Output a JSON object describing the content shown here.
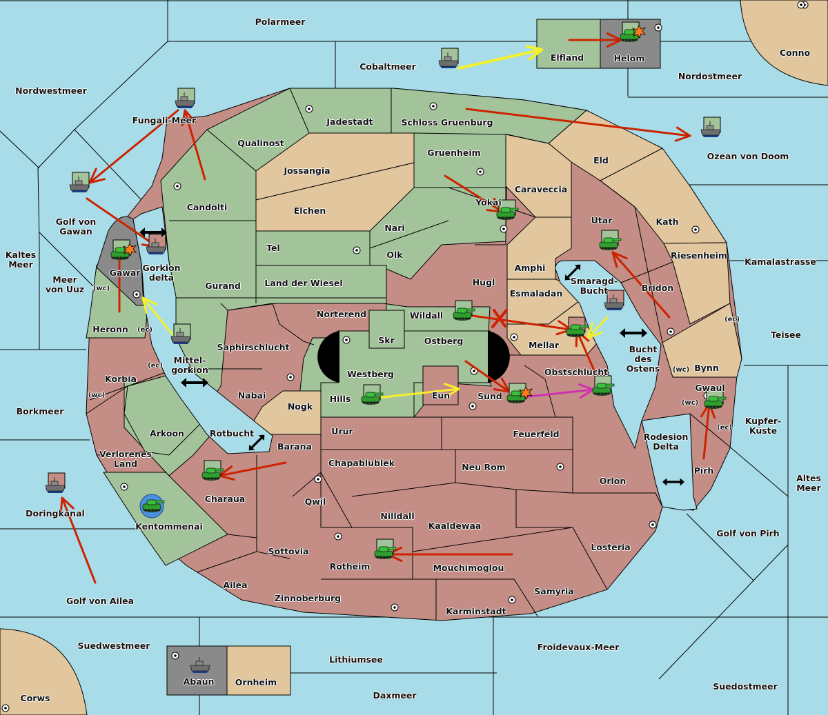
{
  "map": {
    "title": "Diplomacy variant map",
    "colors": {
      "sea": "#a8dce8",
      "green_power": "#a3c49a",
      "red_power": "#c48e86",
      "tan_neutral": "#e1c69e",
      "gray_power": "#8a8a8a",
      "border": "#000000",
      "move_order": "#cc2200",
      "support_order": "#f6f02a",
      "convoy_order": "#d030b0",
      "dislodged_marker": "#ff7a1a"
    },
    "regions": [
      {
        "name": "Polarmeer",
        "type": "sea"
      },
      {
        "name": "Cobaltmeer",
        "type": "sea"
      },
      {
        "name": "Nordwestmeer",
        "type": "sea"
      },
      {
        "name": "Fungali-Meer",
        "type": "sea"
      },
      {
        "name": "Golf von\nGawan",
        "type": "sea"
      },
      {
        "name": "Kaltes\nMeer",
        "type": "sea"
      },
      {
        "name": "Meer\nvon Uuz",
        "type": "sea"
      },
      {
        "name": "Gorkion\ndelta",
        "type": "sea"
      },
      {
        "name": "Mittel-\ngorkion",
        "type": "sea"
      },
      {
        "name": "Borkmeer",
        "type": "sea"
      },
      {
        "name": "Rotbucht",
        "type": "sea"
      },
      {
        "name": "Doringkanal",
        "type": "sea"
      },
      {
        "name": "Golf von Ailea",
        "type": "sea"
      },
      {
        "name": "Suedwestmeer",
        "type": "sea"
      },
      {
        "name": "Lithiumsee",
        "type": "sea"
      },
      {
        "name": "Daxmeer",
        "type": "sea"
      },
      {
        "name": "Froidevaux-Meer",
        "type": "sea"
      },
      {
        "name": "Suedostmeer",
        "type": "sea"
      },
      {
        "name": "Golf von Pirh",
        "type": "sea"
      },
      {
        "name": "Altes\nMeer",
        "type": "sea"
      },
      {
        "name": "Kupfer-\nKüste",
        "type": "sea"
      },
      {
        "name": "Rodesion\nDelta",
        "type": "sea"
      },
      {
        "name": "Teisee",
        "type": "sea"
      },
      {
        "name": "Kamalastrasse",
        "type": "sea"
      },
      {
        "name": "Bucht\ndes\nOstens",
        "type": "sea"
      },
      {
        "name": "Smaragd-\nBucht",
        "type": "sea"
      },
      {
        "name": "Ozean von Doom",
        "type": "sea"
      },
      {
        "name": "Nordostmeer",
        "type": "sea"
      },
      {
        "name": "Conno",
        "type": "land",
        "owner": "neutral"
      },
      {
        "name": "Corws",
        "type": "land",
        "owner": "neutral"
      },
      {
        "name": "Elfland",
        "type": "land",
        "owner": "green"
      },
      {
        "name": "Helom",
        "type": "land",
        "owner": "gray"
      },
      {
        "name": "Abaun",
        "type": "land",
        "owner": "gray"
      },
      {
        "name": "Ornheim",
        "type": "land",
        "owner": "neutral"
      },
      {
        "name": "Jadestadt",
        "type": "land",
        "owner": "green"
      },
      {
        "name": "Schloss Gruenburg",
        "type": "land",
        "owner": "green"
      },
      {
        "name": "Qualinost",
        "type": "land",
        "owner": "green"
      },
      {
        "name": "Candolti",
        "type": "land",
        "owner": "green"
      },
      {
        "name": "Jossangia",
        "type": "land",
        "owner": "neutral"
      },
      {
        "name": "Elchen",
        "type": "land",
        "owner": "neutral"
      },
      {
        "name": "Gruenheim",
        "type": "land",
        "owner": "green"
      },
      {
        "name": "Caraveccia",
        "type": "land",
        "owner": "neutral"
      },
      {
        "name": "Eld",
        "type": "land",
        "owner": "neutral"
      },
      {
        "name": "Yokai",
        "type": "land",
        "owner": "green"
      },
      {
        "name": "Nari",
        "type": "land",
        "owner": "green"
      },
      {
        "name": "Olk",
        "type": "land",
        "owner": "green"
      },
      {
        "name": "Tel",
        "type": "land",
        "owner": "green"
      },
      {
        "name": "Gurand",
        "type": "land",
        "owner": "green"
      },
      {
        "name": "Land der Wiesel",
        "type": "land",
        "owner": "green"
      },
      {
        "name": "Hugl",
        "type": "land",
        "owner": "green"
      },
      {
        "name": "Amphi",
        "type": "land",
        "owner": "neutral"
      },
      {
        "name": "Esmaladan",
        "type": "land",
        "owner": "neutral"
      },
      {
        "name": "Utar",
        "type": "land",
        "owner": "red"
      },
      {
        "name": "Kath",
        "type": "land",
        "owner": "neutral"
      },
      {
        "name": "Riesenheim",
        "type": "land",
        "owner": "neutral"
      },
      {
        "name": "Bridon",
        "type": "land",
        "owner": "red"
      },
      {
        "name": "Gawar",
        "type": "land",
        "owner": "gray"
      },
      {
        "name": "Heronn",
        "type": "land",
        "owner": "green"
      },
      {
        "name": "Saphirschlucht",
        "type": "land",
        "owner": "green"
      },
      {
        "name": "Norterend",
        "type": "land",
        "owner": "green"
      },
      {
        "name": "Skr",
        "type": "land",
        "owner": "green"
      },
      {
        "name": "Wildall",
        "type": "land",
        "owner": "green"
      },
      {
        "name": "Ostberg",
        "type": "land",
        "owner": "green"
      },
      {
        "name": "Westberg",
        "type": "land",
        "owner": "green"
      },
      {
        "name": "Mellar",
        "type": "land",
        "owner": "neutral"
      },
      {
        "name": "Bynn",
        "type": "land",
        "owner": "neutral"
      },
      {
        "name": "Korbia",
        "type": "land",
        "owner": "red"
      },
      {
        "name": "Nabai",
        "type": "land",
        "owner": "green"
      },
      {
        "name": "Hills",
        "type": "land",
        "owner": "green"
      },
      {
        "name": "Eun",
        "type": "land",
        "owner": "red"
      },
      {
        "name": "Sund",
        "type": "land",
        "owner": "red"
      },
      {
        "name": "Obstschlucht",
        "type": "land",
        "owner": "red"
      },
      {
        "name": "Gwaul",
        "type": "land",
        "owner": "red"
      },
      {
        "name": "Arkoon",
        "type": "land",
        "owner": "green"
      },
      {
        "name": "Nogk",
        "type": "land",
        "owner": "neutral"
      },
      {
        "name": "Urur",
        "type": "land",
        "owner": "red"
      },
      {
        "name": "Feuerfeld",
        "type": "land",
        "owner": "red"
      },
      {
        "name": "Rodesion Delta",
        "type": "sea"
      },
      {
        "name": "Pirh",
        "type": "land",
        "owner": "red"
      },
      {
        "name": "Verlorenes\nLand",
        "type": "land",
        "owner": "red"
      },
      {
        "name": "Barana",
        "type": "land",
        "owner": "red"
      },
      {
        "name": "Chapablublek",
        "type": "land",
        "owner": "red"
      },
      {
        "name": "Neu Rom",
        "type": "land",
        "owner": "red"
      },
      {
        "name": "Orlon",
        "type": "land",
        "owner": "red"
      },
      {
        "name": "Charaua",
        "type": "land",
        "owner": "red"
      },
      {
        "name": "Qwil",
        "type": "land",
        "owner": "red"
      },
      {
        "name": "Kentommenai",
        "type": "land",
        "owner": "green"
      },
      {
        "name": "Nilldall",
        "type": "land",
        "owner": "red"
      },
      {
        "name": "Kaaldewaa",
        "type": "land",
        "owner": "red"
      },
      {
        "name": "Losteria",
        "type": "land",
        "owner": "red"
      },
      {
        "name": "Sottovia",
        "type": "land",
        "owner": "red"
      },
      {
        "name": "Rotheim",
        "type": "land",
        "owner": "red"
      },
      {
        "name": "Mouchimoglou",
        "type": "land",
        "owner": "red"
      },
      {
        "name": "Ailea",
        "type": "land",
        "owner": "red"
      },
      {
        "name": "Samyria",
        "type": "land",
        "owner": "red"
      },
      {
        "name": "Zinnoberburg",
        "type": "land",
        "owner": "red"
      },
      {
        "name": "Karminstadt",
        "type": "land",
        "owner": "red"
      }
    ],
    "labels": {
      "polarmeer": "Polarmeer",
      "cobaltmeer": "Cobaltmeer",
      "nordwestmeer": "Nordwestmeer",
      "fungali": "Fungali-Meer",
      "golf_gawan": "Golf von\nGawan",
      "kaltes": "Kaltes\nMeer",
      "uuz": "Meer\nvon Uuz",
      "gorkion_delta": "Gorkion\ndelta",
      "mittelgorkion": "Mittel-\ngorkion",
      "borkmeer": "Borkmeer",
      "rotbucht": "Rotbucht",
      "doringkanal": "Doringkanal",
      "golf_ailea": "Golf von Ailea",
      "suedwestmeer": "Suedwestmeer",
      "lithiumsee": "Lithiumsee",
      "daxmeer": "Daxmeer",
      "froidevaux": "Froidevaux-Meer",
      "suedostmeer": "Suedostmeer",
      "golf_pirh": "Golf von Pirh",
      "altes": "Altes\nMeer",
      "kupfer": "Kupfer-\nKüste",
      "rodesion": "Rodesion\nDelta",
      "teisee": "Teisee",
      "kamala": "Kamalastrasse",
      "bucht_ostens": "Bucht\ndes\nOstens",
      "smaragd": "Smaragd-\nBucht",
      "ozean_doom": "Ozean von Doom",
      "nordostmeer": "Nordostmeer",
      "conno": "Conno",
      "corws": "Corws",
      "elfland": "Elfland",
      "helom": "Helom",
      "abaun": "Abaun",
      "ornheim": "Ornheim",
      "jadestadt": "Jadestadt",
      "schloss": "Schloss Gruenburg",
      "qualinost": "Qualinost",
      "candolti": "Candolti",
      "jossangia": "Jossangia",
      "elchen": "Elchen",
      "gruenheim": "Gruenheim",
      "caraveccia": "Caraveccia",
      "eld": "Eld",
      "yokai": "Yokai",
      "nari": "Nari",
      "olk": "Olk",
      "tel": "Tel",
      "gurand": "Gurand",
      "wiesel": "Land der Wiesel",
      "hugl": "Hugl",
      "amphi": "Amphi",
      "esmaladan": "Esmaladan",
      "utar": "Utar",
      "kath": "Kath",
      "riesenheim": "Riesenheim",
      "bridon": "Bridon",
      "gawar": "Gawar",
      "heronn": "Heronn",
      "saphir": "Saphirschlucht",
      "norterend": "Norterend",
      "skr": "Skr",
      "wildall": "Wildall",
      "ostberg": "Ostberg",
      "westberg": "Westberg",
      "mellar": "Mellar",
      "bynn": "Bynn",
      "korbia": "Korbia",
      "nabai": "Nabai",
      "hills": "Hills",
      "eun": "Eun",
      "sund": "Sund",
      "obst": "Obstschlucht",
      "gwaul": "Gwaul",
      "arkoon": "Arkoon",
      "nogk": "Nogk",
      "urur": "Urur",
      "feuerfeld": "Feuerfeld",
      "pirh": "Pirh",
      "verlorenes": "Verlorenes\nLand",
      "barana": "Barana",
      "chapa": "Chapablublek",
      "neurom": "Neu Rom",
      "orlon": "Orlon",
      "charaua": "Charaua",
      "qwil": "Qwil",
      "kentommenai": "Kentommenai",
      "nilldall": "Nilldall",
      "kaaldewaa": "Kaaldewaa",
      "losteria": "Losteria",
      "sottovia": "Sottovia",
      "rotheim": "Rotheim",
      "mouchi": "Mouchimoglou",
      "ailea": "Ailea",
      "samyria": "Samyria",
      "zinnober": "Zinnoberburg",
      "karmin": "Karminstadt"
    },
    "coast_labels": {
      "wc": "(wc)",
      "ec": "(ec)"
    },
    "units": [
      {
        "type": "fleet",
        "location": "Fungali-Meer",
        "owner": "green"
      },
      {
        "type": "fleet",
        "location": "Golf von Gawan",
        "owner": "green"
      },
      {
        "type": "fleet",
        "location": "Cobaltmeer",
        "owner": "green"
      },
      {
        "type": "army",
        "location": "Helom",
        "owner": "green",
        "dislodged": true
      },
      {
        "type": "fleet",
        "location": "Ozean von Doom",
        "owner": "green"
      },
      {
        "type": "army",
        "location": "Gawar",
        "owner": "green",
        "dislodged": true
      },
      {
        "type": "fleet",
        "location": "Gorkion delta",
        "owner": "red"
      },
      {
        "type": "fleet",
        "location": "Mittelgorkion",
        "owner": "green"
      },
      {
        "type": "army",
        "location": "Yokai",
        "owner": "green"
      },
      {
        "type": "army",
        "location": "Utar",
        "owner": "green"
      },
      {
        "type": "fleet",
        "location": "Smaragd-Bucht",
        "owner": "red"
      },
      {
        "type": "army",
        "location": "Mellar",
        "owner": "red"
      },
      {
        "type": "army",
        "location": "Wildall",
        "owner": "green"
      },
      {
        "type": "army",
        "location": "Hills",
        "owner": "green"
      },
      {
        "type": "army",
        "location": "Sund",
        "owner": "green",
        "dislodged": true
      },
      {
        "type": "army",
        "location": "Obstschlucht",
        "owner": "green"
      },
      {
        "type": "army",
        "location": "Gwaul",
        "owner": "green"
      },
      {
        "type": "army",
        "location": "Charaua",
        "owner": "green"
      },
      {
        "type": "army",
        "location": "Kentommenai",
        "owner": "green",
        "built": true
      },
      {
        "type": "fleet",
        "location": "Doringkanal",
        "owner": "red"
      },
      {
        "type": "army",
        "location": "Rotheim",
        "owner": "green"
      },
      {
        "type": "fleet",
        "location": "Abaun",
        "owner": "gray"
      }
    ],
    "orders": [
      {
        "kind": "move",
        "from": "Cobaltmeer",
        "to": "Elfland",
        "color": "support"
      },
      {
        "kind": "move",
        "from": "Elfland",
        "to": "Helom"
      },
      {
        "kind": "move",
        "from": "Schloss Gruenburg",
        "to": "Ozean von Doom"
      },
      {
        "kind": "move",
        "from": "Fungali-Meer",
        "to": "Golf von Gawan"
      },
      {
        "kind": "move",
        "from": "Candolti",
        "to": "Fungali-Meer"
      },
      {
        "kind": "move",
        "from": "Golf von Gawan",
        "to": "Gorkion delta"
      },
      {
        "kind": "move",
        "from": "Heronn",
        "to": "Gawar"
      },
      {
        "kind": "support",
        "from": "Mittelgorkion",
        "to": "Gawar"
      },
      {
        "kind": "move",
        "from": "Gruenheim",
        "to": "Yokai"
      },
      {
        "kind": "move",
        "from": "Bridon",
        "to": "Utar"
      },
      {
        "kind": "move",
        "from": "Wildall",
        "to": "Mellar",
        "failed": true
      },
      {
        "kind": "support",
        "from": "Smaragd-Bucht",
        "to": "Mellar"
      },
      {
        "kind": "move",
        "from": "Obstschlucht",
        "to": "Mellar"
      },
      {
        "kind": "support",
        "from": "Hills",
        "to": "Eun"
      },
      {
        "kind": "move",
        "from": "Ostberg",
        "to": "Sund"
      },
      {
        "kind": "retreat",
        "from": "Sund",
        "to": "Obstschlucht"
      },
      {
        "kind": "move",
        "from": "Pirh",
        "to": "Gwaul"
      },
      {
        "kind": "move",
        "from": "Barana",
        "to": "Charaua"
      },
      {
        "kind": "move",
        "from": "Golf von Ailea",
        "to": "Doringkanal"
      },
      {
        "kind": "move",
        "from": "Kaaldewaa",
        "to": "Rotheim"
      }
    ]
  }
}
